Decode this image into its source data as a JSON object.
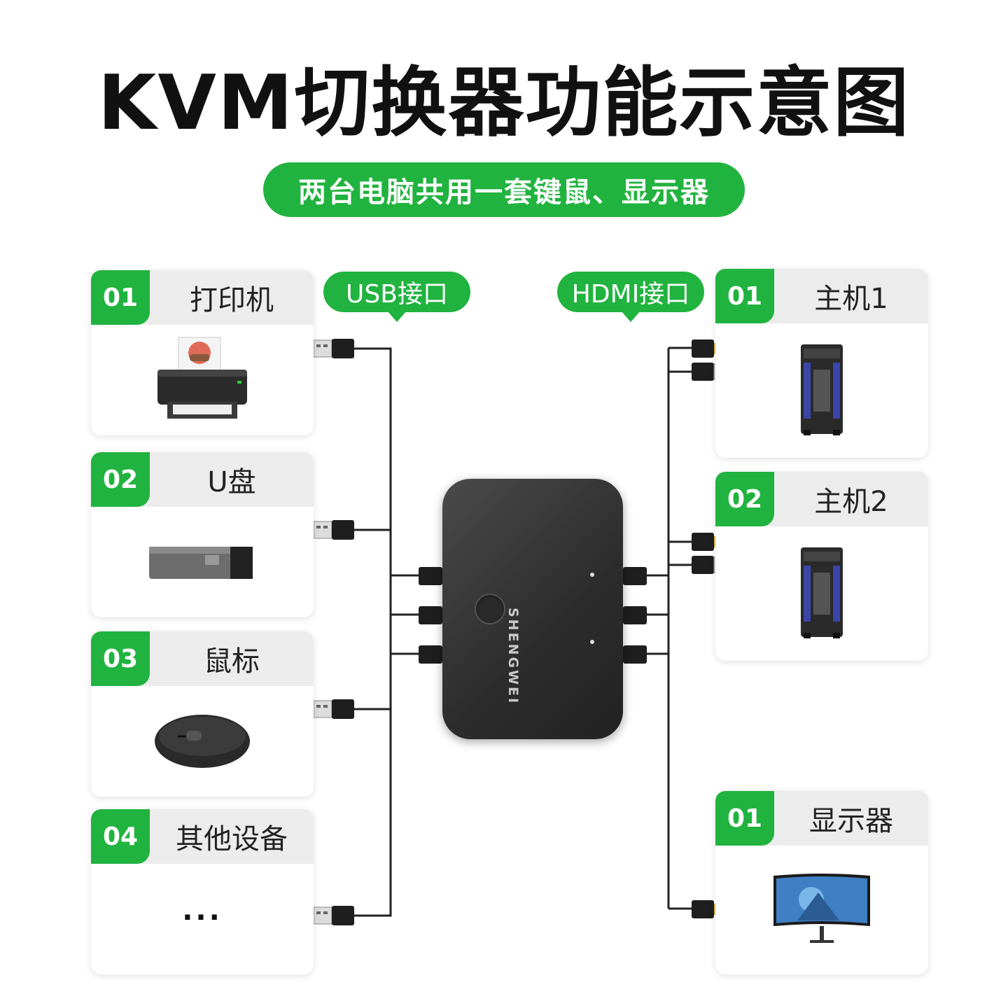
{
  "title": "KVM切换器功能示意图",
  "subtitle": "两台电脑共用一套键鼠、显示器",
  "usb_port_label": "USB接口",
  "hdmi_port_label": "HDMI接口",
  "left_devices": [
    {
      "num": "01",
      "label": "打印机",
      "icon": "printer-icon"
    },
    {
      "num": "02",
      "label": "U盘",
      "icon": "usb-drive-icon"
    },
    {
      "num": "03",
      "label": "鼠标",
      "icon": "mouse-icon"
    },
    {
      "num": "04",
      "label": "其他设备",
      "icon": "ellipsis-icon",
      "placeholder": "..."
    }
  ],
  "right_devices": [
    {
      "num": "01",
      "label": "主机1",
      "icon": "pc-tower-icon"
    },
    {
      "num": "02",
      "label": "主机2",
      "icon": "pc-tower-icon"
    },
    {
      "num": "01",
      "label": "显示器",
      "icon": "monitor-icon"
    }
  ],
  "kvm": {
    "brand": "SHENGWEI"
  },
  "colors": {
    "accent": "#21b33f",
    "header_gray": "#ececec",
    "device_dark": "#2c2c2c"
  }
}
